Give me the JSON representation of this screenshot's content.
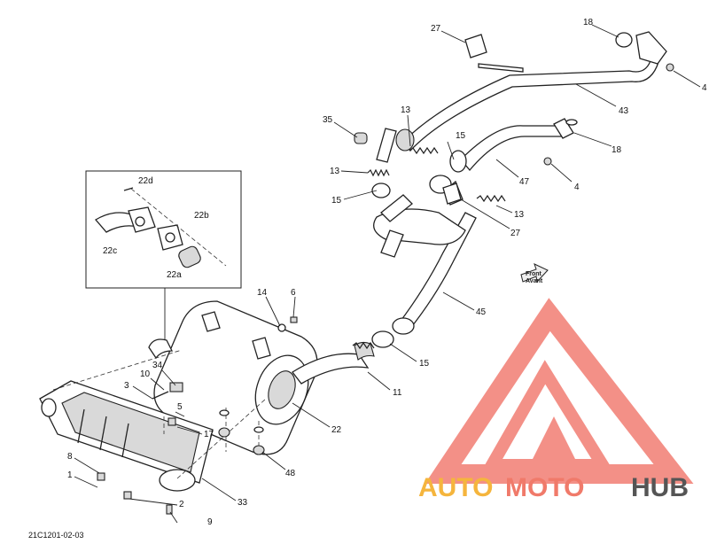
{
  "diagram": {
    "code": "21C1201-02-03",
    "direction_label_1": "Front",
    "direction_label_2": "Avant",
    "callouts": [
      "27",
      "18",
      "4",
      "43",
      "35",
      "13",
      "15",
      "18",
      "13",
      "47",
      "4",
      "15",
      "13",
      "27",
      "22d",
      "22b",
      "22c",
      "22a",
      "14",
      "6",
      "45",
      "34",
      "10",
      "15",
      "3",
      "5",
      "17",
      "22",
      "11",
      "8",
      "1",
      "48",
      "33",
      "2",
      "9"
    ]
  },
  "watermark": {
    "part1": "AUTO",
    "part2": "MOTO",
    "part3": "HUB",
    "colors": {
      "auto": "#f5b53d",
      "moto": "#f07a6a",
      "hub": "#555555",
      "triangle": "#ef6b5f"
    }
  }
}
